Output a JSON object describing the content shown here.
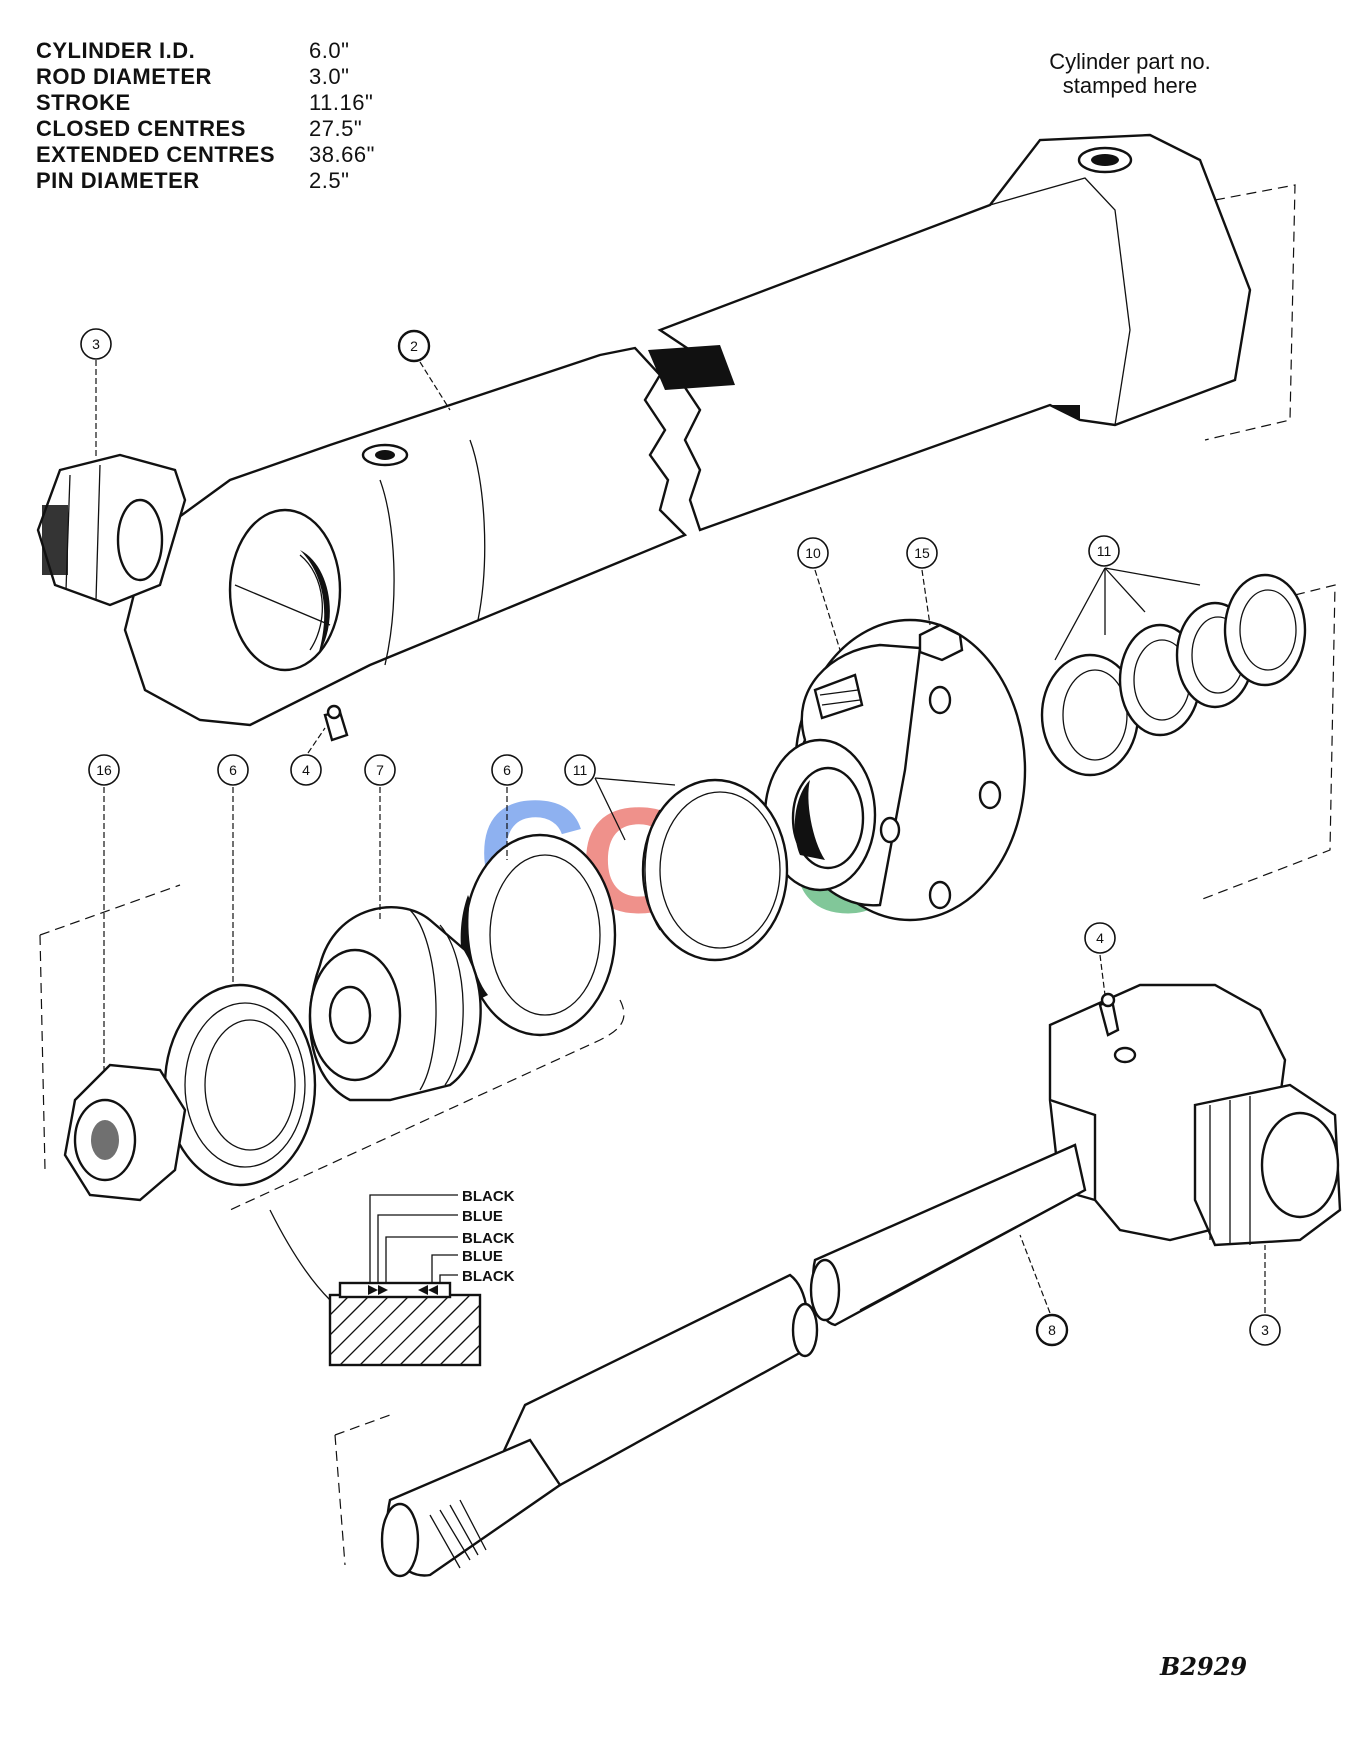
{
  "specifications": [
    {
      "label": "CYLINDER I.D.",
      "value": "6.0\""
    },
    {
      "label": "ROD DIAMETER",
      "value": "3.0\""
    },
    {
      "label": "STROKE",
      "value": "11.16\""
    },
    {
      "label": "CLOSED CENTRES",
      "value": "27.5\""
    },
    {
      "label": "EXTENDED CENTRES",
      "value": "38.66\""
    },
    {
      "label": "PIN DIAMETER",
      "value": "2.5\""
    }
  ],
  "stamp_note": {
    "line1": "Cylinder  part  no.",
    "line2": "stamped  here"
  },
  "callouts": {
    "c3a": "3",
    "c2": "2",
    "c10": "10",
    "c15": "15",
    "c11a": "11",
    "c16": "16",
    "c6a": "6",
    "c4a": "4",
    "c7": "7",
    "c6b": "6",
    "c11b": "11",
    "c4b": "4",
    "c8": "8",
    "c3b": "3"
  },
  "seal_colors": [
    "BLACK",
    "BLUE",
    "BLACK",
    "BLUE",
    "BLACK"
  ],
  "watermark": "CGSC",
  "drawing_code": "B2929"
}
